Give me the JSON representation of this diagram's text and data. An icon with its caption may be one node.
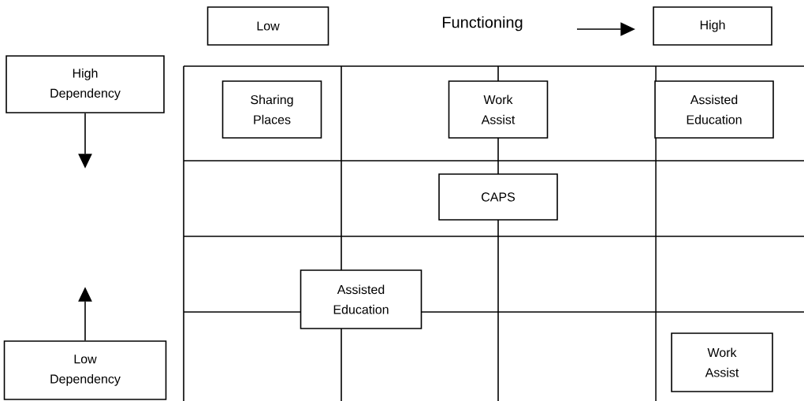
{
  "diagram": {
    "nodes": [
      {
        "text": [
          "Low"
        ]
      },
      {
        "text": [
          "High"
        ]
      },
      {
        "text": [
          "High Dependency"
        ]
      },
      {
        "text": [
          "Sharing Places"
        ]
      },
      {
        "text": [
          "Work Assist"
        ]
      },
      {
        "text": [
          "Assisted Education"
        ]
      },
      {
        "text": [
          "CAPS"
        ]
      },
      {
        "text": [
          "Assisted Education"
        ]
      },
      {
        "text": [
          "Low Dependency"
        ]
      },
      {
        "text": [
          "Work Assist"
        ]
      }
    ],
    "edges": [
      {
        "from": 2,
        "to": null,
        "arrow": "to"
      },
      {
        "from": 8,
        "to": null,
        "arrow": "to"
      }
    ],
    "labels": [
      "Functioning"
    ]
  }
}
